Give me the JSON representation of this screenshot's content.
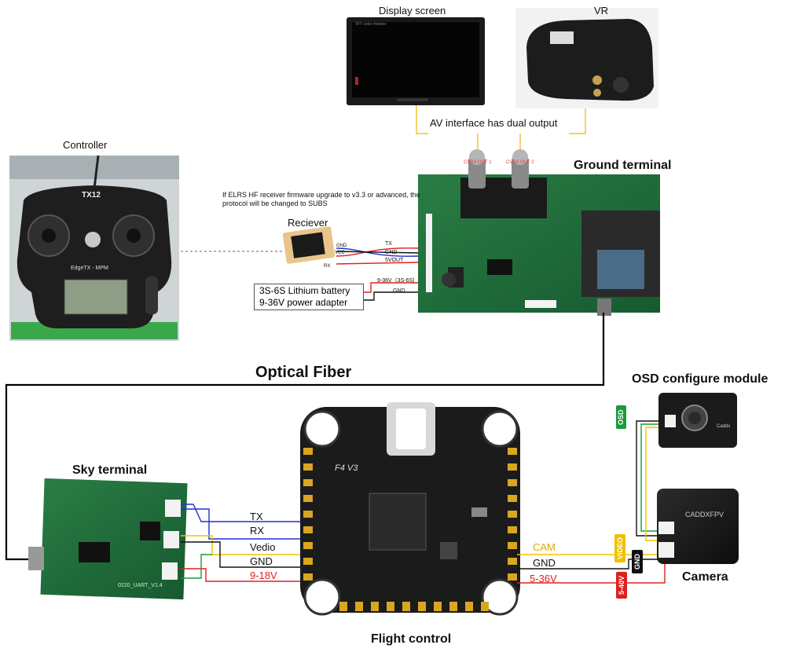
{
  "labels": {
    "display_screen": "Display screen",
    "vr": "VR",
    "av_interface": "AV interface has dual output",
    "controller": "Controller",
    "ground_terminal": "Ground terminal",
    "elrs_note": "If ELRS HF receiver firmware upgrade to v3.3 or advanced, the protocol will be changed to SUBS",
    "receiver": "Reciever",
    "battery_line1": "3S-6S Lithium battery",
    "battery_line2": "9-36V power adapter",
    "optical_fiber": "Optical Fiber",
    "osd_module": "OSD configure module",
    "sky_terminal": "Sky terminal",
    "camera": "Camera",
    "flight_control": "Flight control"
  },
  "receiver_wires": {
    "tx": "TX",
    "gnd": "GND",
    "vout": "5VOUT",
    "rx": "RX",
    "vcc": "VCC",
    "gnd2": "GND"
  },
  "power_wires": {
    "voltage": "9-36V（3S-6S)",
    "gnd": "GND"
  },
  "sky_wires": {
    "tx": "TX",
    "rx": "RX",
    "video": "Vedio",
    "gnd": "GND",
    "power": "9-18V"
  },
  "camera_wires": {
    "cam": "CAM",
    "gnd": "GND",
    "power": "5-36V"
  },
  "tags": {
    "osd": "OSD",
    "video": "VIDEO",
    "gnd": "GND",
    "power": "5-40V"
  },
  "device_text": {
    "tx12": "TX12",
    "edgetx": "EdgeTX - MPM",
    "fc_name": "F4 V3",
    "sky_pcb": "0220_UART_V1.4",
    "cam_brand": "CADDXFPV",
    "osd_brand": "Caddx",
    "cvbs_out1": "CVBS OUT 1",
    "cvbs_out2": "CVBS OUT 2",
    "tft": "TFT color monitor"
  },
  "colors": {
    "tx_wire": "#2030c8",
    "rx_wire": "#e02020",
    "gnd_wire": "#111111",
    "video_wire": "#f0c000",
    "osd_wire": "#1a9a3a",
    "pcb_green": "#1f6b3a",
    "fc_black": "#1b1b1b"
  }
}
